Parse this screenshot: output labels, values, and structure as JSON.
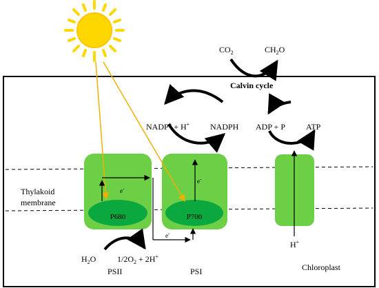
{
  "title": "Calvin cycle",
  "calvin": {
    "input": "CO",
    "input_sub": "2",
    "output_a": "CH",
    "output_sub": "2",
    "output_b": "O"
  },
  "membrane_label": {
    "line1": "Thylakoid",
    "line2": "membrane"
  },
  "psii": {
    "label": "PSII",
    "center": "P680"
  },
  "psi": {
    "label": "PSI",
    "center": "P700"
  },
  "chloroplast_label": "Chloroplast",
  "electron": {
    "base": "e",
    "sup": "-"
  },
  "nadp": {
    "reactant_a": "NADP",
    "reactant_sup": "+",
    "reactant_b": " + H",
    "reactant_sup2": "+",
    "product": "NADPH"
  },
  "atp": {
    "reactant": "ADP + P",
    "product": "ATP"
  },
  "proton": {
    "base": "H",
    "sup": "+"
  },
  "water_split": {
    "h2o_a": "H",
    "h2o_sub": "2",
    "h2o_b": "O",
    "prod_a": "1/2O",
    "prod_sub": "2",
    "prod_b": " + 2H",
    "prod_sup": "+"
  },
  "colors": {
    "complex": "#6dcf45",
    "reaction_center": "#0aa83e",
    "sun": "#ffd700",
    "light_ray": "#f0b000",
    "stroke": "#000000"
  }
}
